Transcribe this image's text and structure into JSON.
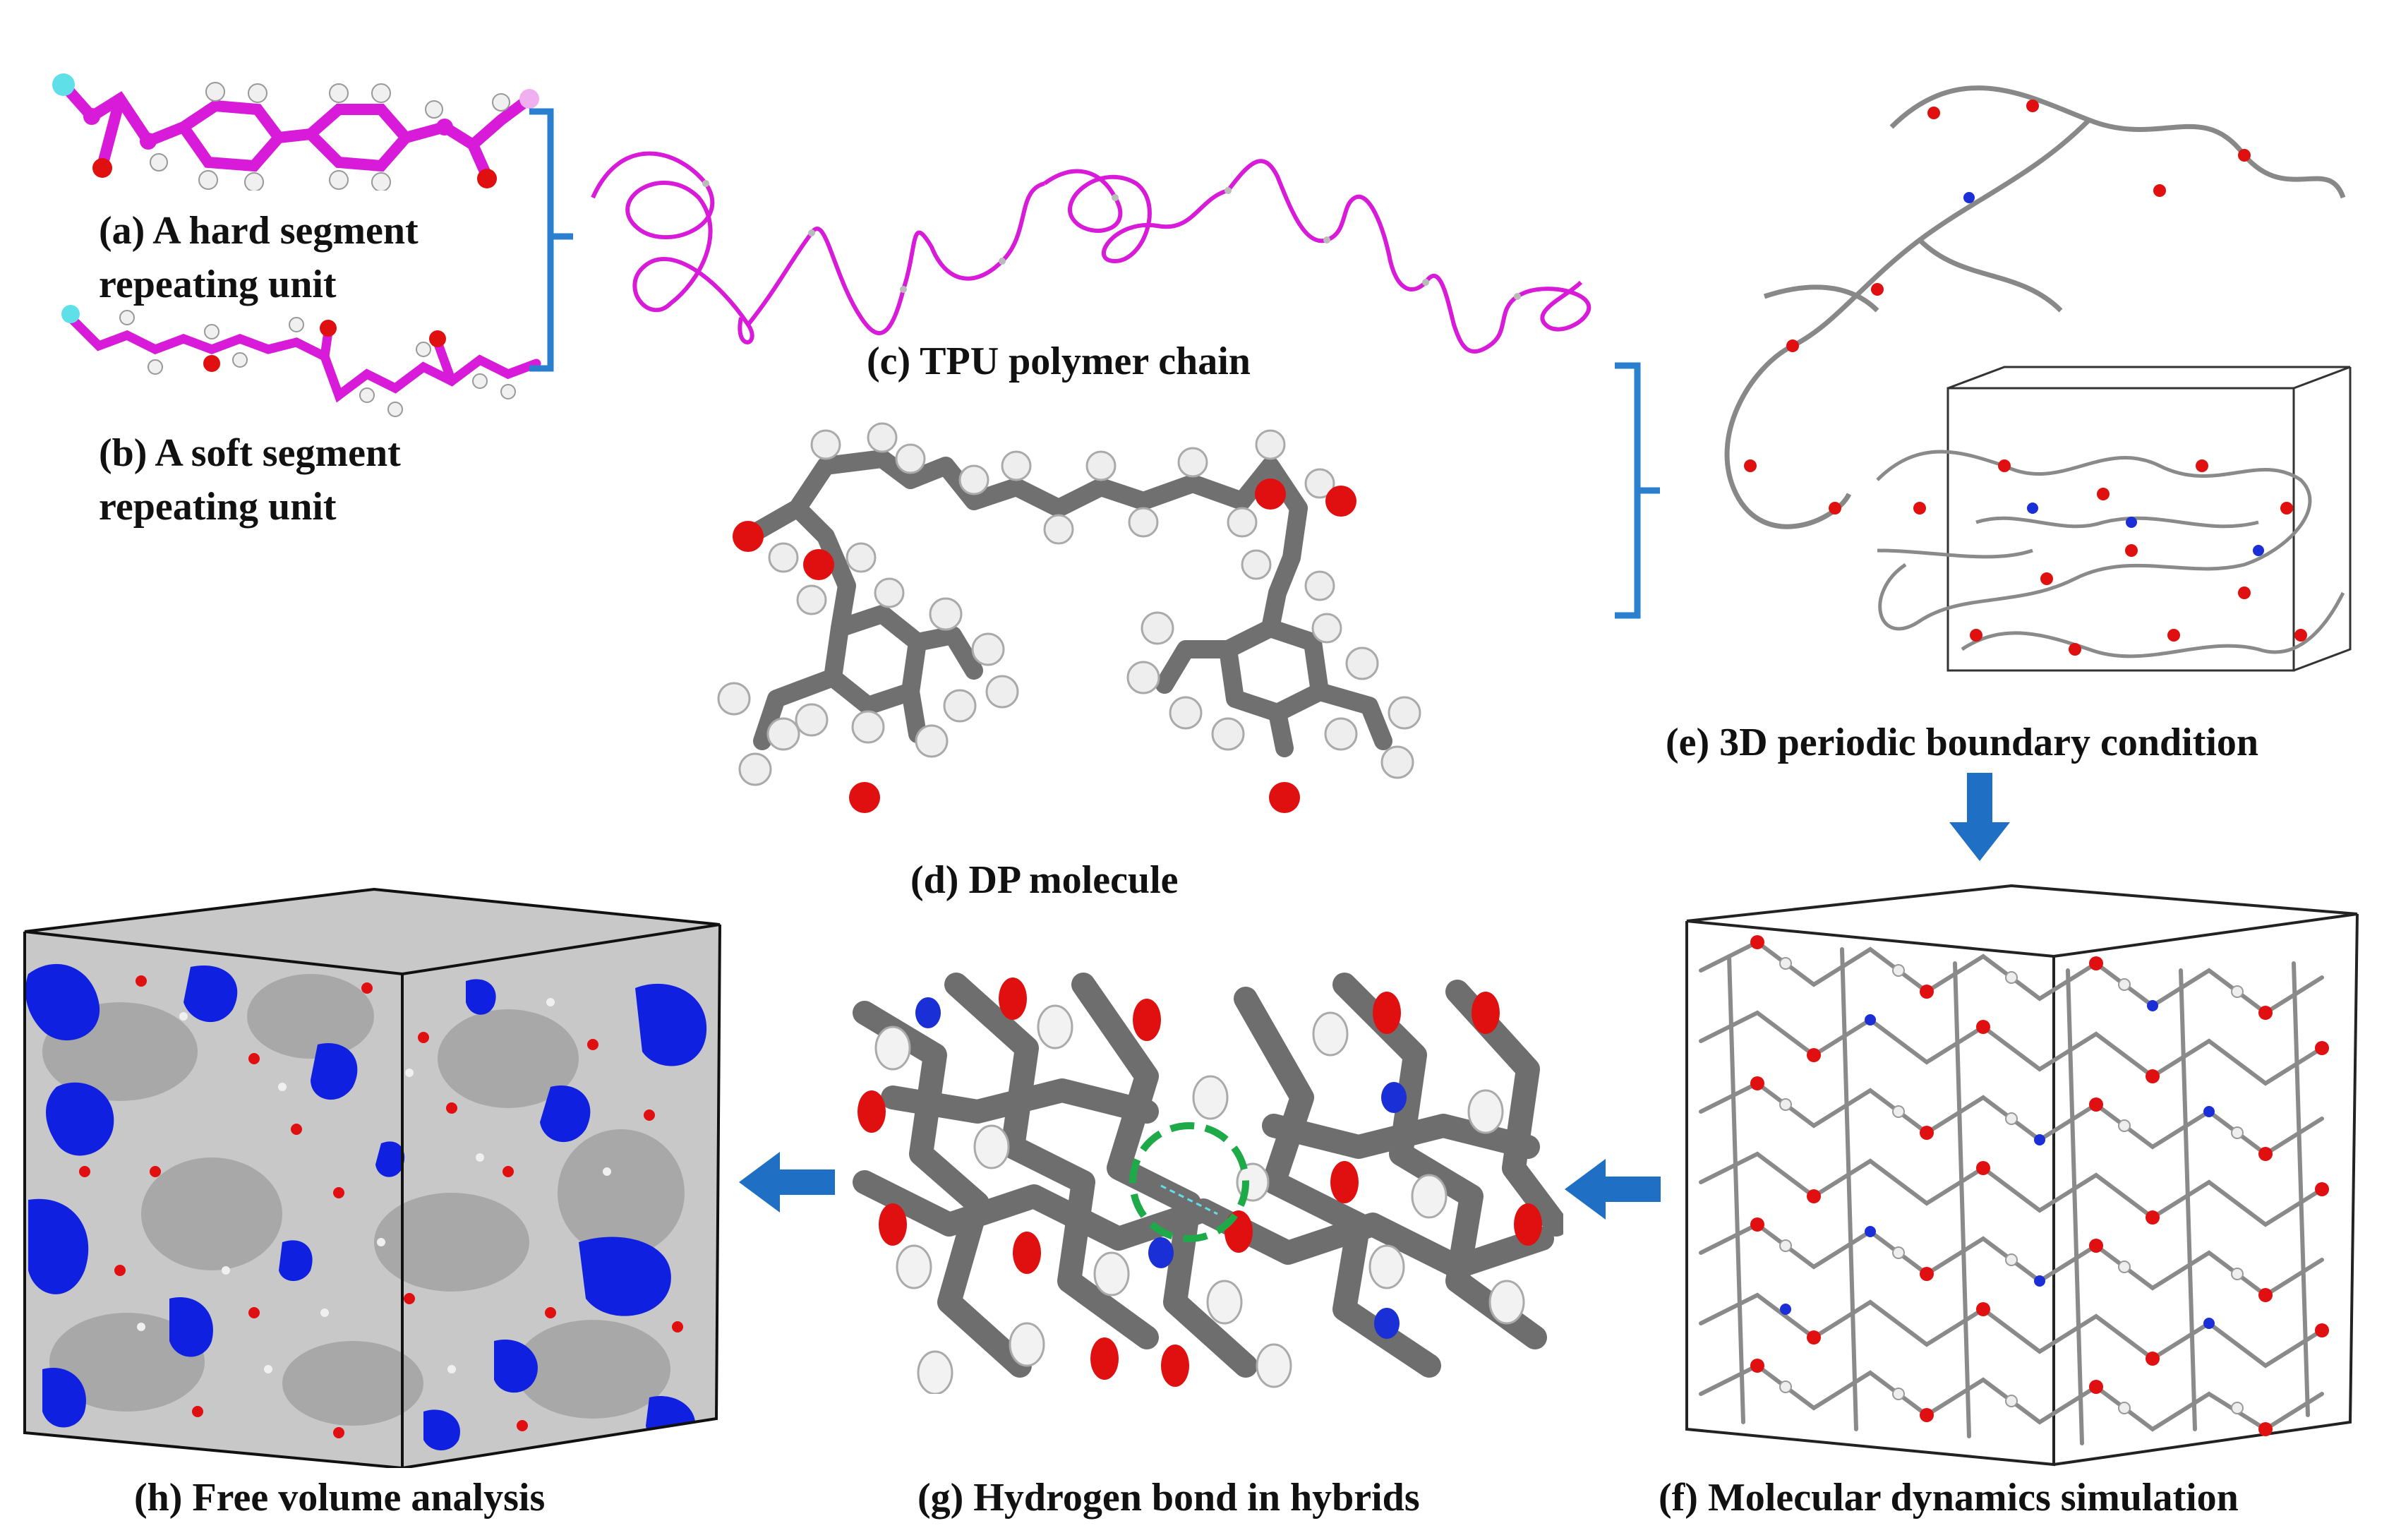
{
  "labels": {
    "a": "(a) A hard segment repeating unit",
    "a_line1": "(a) A hard segment",
    "a_line2": "repeating unit",
    "b_line1": "(b) A soft segment",
    "b_line2": "repeating unit",
    "c": "(c) TPU polymer chain",
    "d": "(d) DP molecule",
    "e": "(e) 3D periodic boundary condition",
    "f": "(f) Molecular dynamics simulation",
    "g": "(g) Hydrogen bond in hybrids",
    "h": "(h) Free volume analysis"
  },
  "colors": {
    "segment_magenta": "#d81bd8",
    "carbon_gray": "#7a7a7a",
    "hydrogen_white": "#efefef",
    "oxygen_red": "#e01010",
    "nitrogen_blue": "#1a2fd6",
    "bracket_blue": "#2a7fcf",
    "arrow_blue": "#1f6fc4",
    "free_volume_blue": "#1020e0",
    "hbond_circle_green": "#1faa4a",
    "cyan_end": "#5fe0e8"
  },
  "icons": {
    "bracket": "right-curly-bracket",
    "flow_arrows": [
      "arrow-down",
      "arrow-left",
      "arrow-left"
    ]
  }
}
